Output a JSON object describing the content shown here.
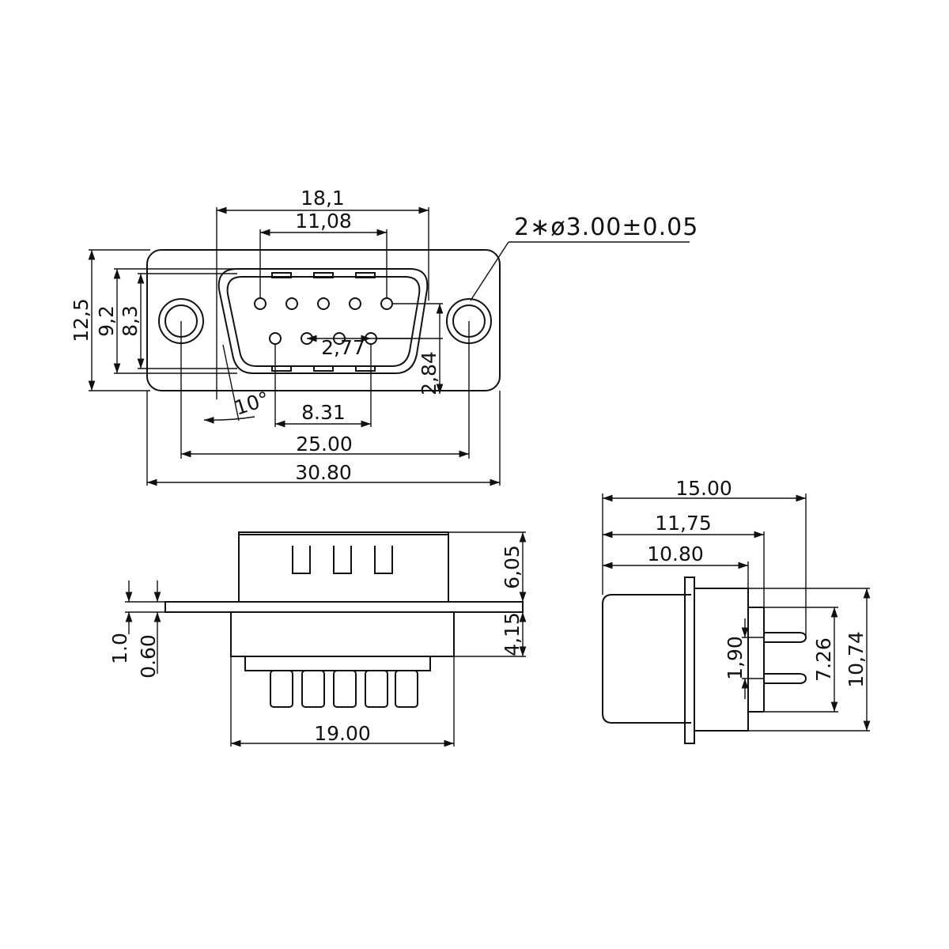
{
  "front_view": {
    "width_shell_outer": "18,1",
    "width_pin_row_top": "11,08",
    "mount_hole_callout": "2∗ø3.00±0.05",
    "height_flange": "12,5",
    "height_shell_outer": "9,2",
    "height_shell_inner": "8,3",
    "row_spacing": "2,77",
    "row_offset": "2,84",
    "draft_angle": "10°",
    "width_pin_row_bottom": "8.31",
    "mount_hole_spacing": "25.00",
    "width_flange": "30.80"
  },
  "bottom_view": {
    "height_shell": "6,05",
    "height_insulator": "4,15",
    "flange_thickness_total": "1.0",
    "flange_thickness_sheet": "0.60",
    "width_body": "19.00"
  },
  "side_view": {
    "depth_total": "15.00",
    "depth_pins": "11,75",
    "depth_body": "10.80",
    "pin_pitch": "1,90",
    "pin_row_span": "7.26",
    "height_total": "10,74"
  }
}
